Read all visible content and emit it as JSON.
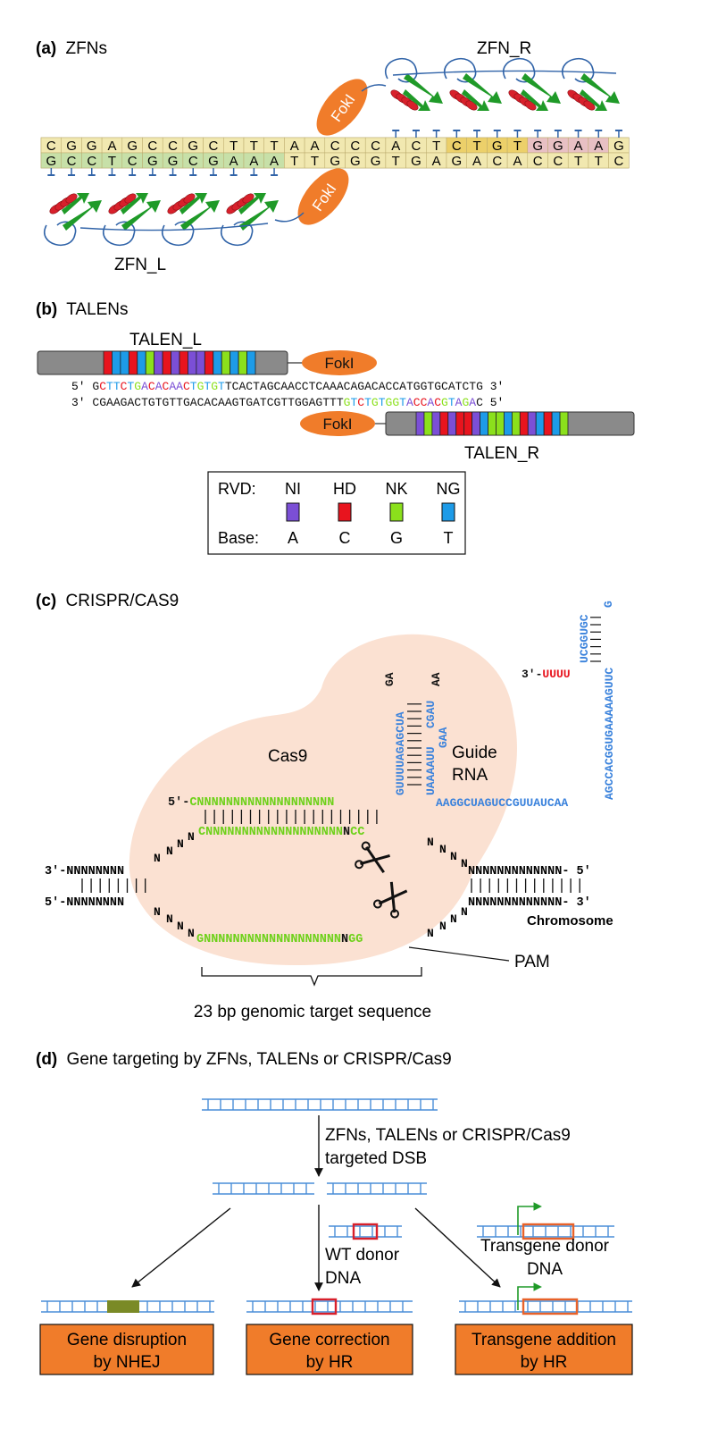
{
  "panel_a": {
    "letter": "(a)",
    "title": "ZFNs",
    "zfn_r_label": "ZFN_R",
    "zfn_l_label": "ZFN_L",
    "fokl": "FokI",
    "top_strand": "CGGAGCCGCTTTAACCCACTCTGTGGAAG",
    "bottom_strand": "GCCTCGGCGAAATTGGGTGAGACACCTTC",
    "colors": {
      "dna_bg": "#f1e8b0",
      "site_left": "#c7e0a8",
      "site_right": "#ecd06a",
      "site_right2": "#e8c0c4",
      "zf_helix": "#d8202b",
      "zf_strand": "#1f9a28",
      "zf_loop": "#3063a8",
      "fokl": "#f07c2a"
    }
  },
  "panel_b": {
    "letter": "(b)",
    "title": "TALENs",
    "talen_l_label": "TALEN_L",
    "talen_r_label": "TALEN_R",
    "fokl": "FokI",
    "top_prefix": "5'",
    "top_suffix": "3'",
    "bottom_prefix": "3'",
    "bottom_suffix": "5'",
    "top_strand": "GCTTCTGACACAACTGTGTTCACTAGCAACCTCAAACAGACACCATGGTGCATCTG",
    "bottom_strand": "CGAAGACTGTGTTGACACAAGTGATCGTTGGAGTTTGTCTGTGGTACCACGTAGAC",
    "talen_l_repeats": "CTTCTGACACAACTGTGT",
    "talen_r_repeats": "AGACACCATGGTGCATCTG",
    "legend": {
      "rvd_label": "RVD:",
      "base_label": "Base:",
      "items": [
        {
          "rvd": "NI",
          "base": "A",
          "color": "#7b4fd6"
        },
        {
          "rvd": "HD",
          "base": "C",
          "color": "#e8141e"
        },
        {
          "rvd": "NK",
          "base": "G",
          "color": "#8be01c"
        },
        {
          "rvd": "NG",
          "base": "T",
          "color": "#1d9be8"
        }
      ]
    },
    "colors": {
      "talen_body": "#8a8a8a",
      "fokl": "#f07c2a"
    }
  },
  "panel_c": {
    "letter": "(c)",
    "title": "CRISPR/CAS9",
    "cas9_label": "Cas9",
    "guide_label_1": "Guide",
    "guide_label_2": "RNA",
    "guide_5prime": "5'-",
    "guide_spacer": "CNNNNNNNNNNNNNNNNNNN",
    "target_strand": "CNNNNNNNNNNNNNNNNNNN",
    "target_n": "N",
    "target_cc": "CC",
    "nontarget_strand": "GNNNNNNNNNNNNNNNNNNN",
    "nontarget_n": "N",
    "nontarget_gg": "GG",
    "left_top": "3'-NNNNNNNN",
    "left_bottom": "5'-NNNNNNNN",
    "right_top": "NNNNNNNNNNNNN- 5'",
    "right_bottom": "NNNNNNNNNNNNN- 3'",
    "chromosome_label": "Chromosome",
    "pam_label": "PAM",
    "target_caption": "23 bp genomic target sequence",
    "stem1_left": "GUUUUAGAGCUA",
    "stem1_right": "UAAAAUU",
    "loop_ga": "GA",
    "loop_aa": "AA",
    "stem1_cgau": "CGAU",
    "stem1_gaa": "GAA",
    "linker": "AAGGCUAGUCCGUUAUCAA",
    "stem2_long": "AGCCACGGUGAAAAAGUUC",
    "stem2_short": "UCGGUGC",
    "stem2_g": "G",
    "tail_prefix": "3'-",
    "tail_uuuu": "UUUU",
    "colors": {
      "cas9": "#fbe1d2",
      "spacer": "#6ed11a",
      "rna": "#3a82dc",
      "tail": "#e8141e"
    }
  },
  "panel_d": {
    "letter": "(d)",
    "title": "Gene targeting by ZFNs, TALENs or CRISPR/Cas9",
    "dsb_line1": "ZFNs, TALENs or CRISPR/Cas9",
    "dsb_line2": "targeted DSB",
    "wt_donor_1": "WT donor",
    "wt_donor_2": "DNA",
    "transgene_donor_1": "Transgene donor",
    "transgene_donor_2": "DNA",
    "boxes": [
      {
        "line1": "Gene disruption",
        "line2": "by NHEJ"
      },
      {
        "line1": "Gene correction",
        "line2": "by HR"
      },
      {
        "line1": "Transgene addition",
        "line2": "by HR"
      }
    ],
    "colors": {
      "dna": "#4a8ed8",
      "box": "#f07c2a",
      "disruption": "#7a8a26",
      "correction": "#d8202b",
      "transgene": "#e8622a",
      "promoter": "#1f9a28"
    }
  }
}
